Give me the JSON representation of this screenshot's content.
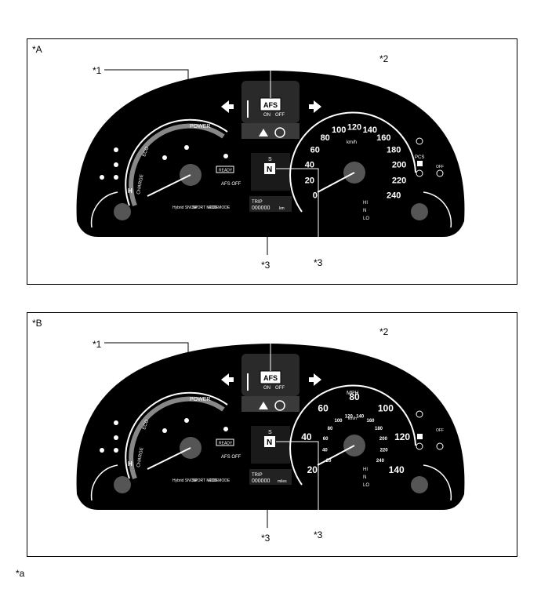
{
  "panels": [
    {
      "label": "*A",
      "callouts": [
        "*1",
        "*2",
        "*3",
        "*3"
      ],
      "speedo": {
        "unit": "km/h",
        "major_ticks": [
          "0",
          "20",
          "40",
          "60",
          "80",
          "100",
          "120",
          "140",
          "160",
          "180",
          "200",
          "220",
          "240"
        ]
      },
      "afs": {
        "title": "AFS",
        "on": "ON",
        "off": "OFF"
      },
      "power_meter": {
        "power": "POWER",
        "eco": "ECO",
        "charge": "CHARGE"
      },
      "indicators": {
        "ready": "READY",
        "afs_off": "AFS\nOFF",
        "hybrid_snow": "Hybrid\nSNOW",
        "sport_mode": "SPORT\nMODE",
        "eco_mode": "ECO\nMODE",
        "pcs": "PCS",
        "off": "OFF"
      },
      "odo": {
        "trip": "TRIP",
        "digits": "000000",
        "unit": "km"
      },
      "gear": {
        "top": "S",
        "main": "N"
      },
      "level": [
        "HI",
        "N",
        "LO"
      ]
    },
    {
      "label": "*B",
      "callouts": [
        "*1",
        "*2",
        "*3",
        "*3"
      ],
      "speedo": {
        "unit": "MPH",
        "outer_ticks": [
          "20",
          "40",
          "60",
          "80",
          "100",
          "120",
          "140"
        ],
        "inner_unit": "km/h",
        "inner_ticks": [
          "20",
          "40",
          "60",
          "80",
          "100",
          "120",
          "140",
          "160",
          "180",
          "200",
          "220",
          "240"
        ]
      },
      "afs": {
        "title": "AFS",
        "on": "ON",
        "off": "OFF"
      },
      "power_meter": {
        "power": "POWER",
        "eco": "ECO",
        "charge": "CHARGE"
      },
      "indicators": {
        "ready": "READY",
        "afs_off": "AFS\nOFF",
        "hybrid_snow": "Hybrid\nSNOW",
        "sport_mode": "SPORT\nMODE",
        "eco_mode": "ECO\nMODE",
        "pcs": "",
        "off": "OFF"
      },
      "odo": {
        "trip": "TRIP",
        "digits": "000000",
        "unit": "miles"
      },
      "gear": {
        "top": "S",
        "main": "N"
      },
      "level": [
        "HI",
        "N",
        "LO"
      ]
    }
  ],
  "footer": "*a",
  "colors": {
    "cluster": "#000000",
    "line": "#ffffff",
    "gauge_center": "#555555"
  }
}
